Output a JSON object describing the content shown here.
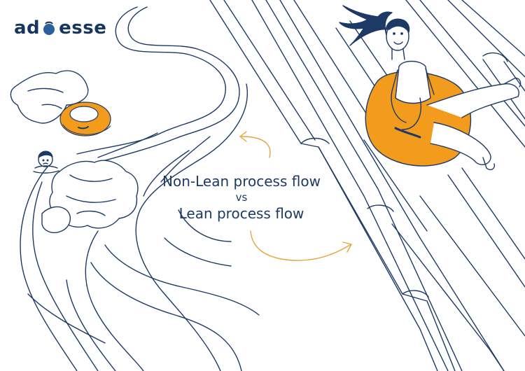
{
  "logo": {
    "prefix": "ad",
    "suffix": "esse",
    "brand_color": "#16365f",
    "ball_color": "#2b5f9e"
  },
  "caption": {
    "line1": "Non-Lean process flow",
    "vs": "vs",
    "line2": "Lean process flow"
  },
  "colors": {
    "line": "#1d3a66",
    "accent": "#f29b1d",
    "accent_dark": "#e08a12",
    "background": "#ffffff"
  },
  "icons": {
    "top_arrow": "curved-arrow-up-left-icon",
    "bottom_arrow": "curved-arrow-right-icon"
  }
}
